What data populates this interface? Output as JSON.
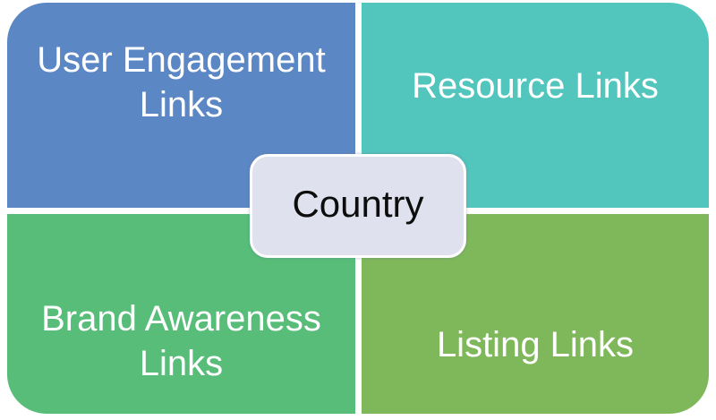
{
  "diagram": {
    "type": "quadrant-matrix",
    "center": {
      "label": "Country",
      "fill": "#dfe2ee",
      "border": "#ffffff",
      "text_color": "#0d0d0d"
    },
    "quadrants": [
      {
        "position": "top-left",
        "label": "User Engagement Links",
        "color": "#5b87c5"
      },
      {
        "position": "top-right",
        "label": "Resource Links",
        "color": "#52c5bd"
      },
      {
        "position": "bottom-left",
        "label": "Brand Awareness Links",
        "color": "#57bd78"
      },
      {
        "position": "bottom-right",
        "label": "Listing Links",
        "color": "#7eb85a"
      }
    ],
    "label_text_color": "#ffffff",
    "background": "#ffffff"
  }
}
